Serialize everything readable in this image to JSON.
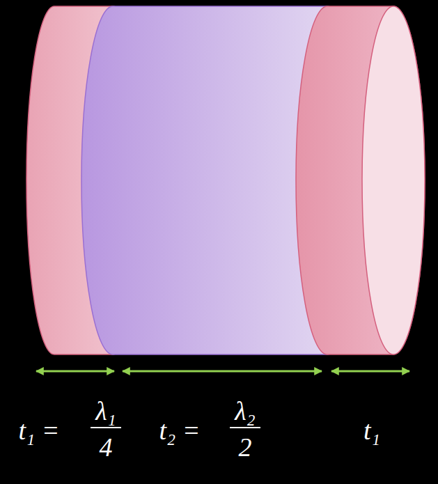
{
  "diagram": {
    "labels": [
      "t₁ =",
      "λ₁",
      "4",
      "t₂ =",
      "λ₂",
      "2",
      "t₁"
    ]
  }
}
